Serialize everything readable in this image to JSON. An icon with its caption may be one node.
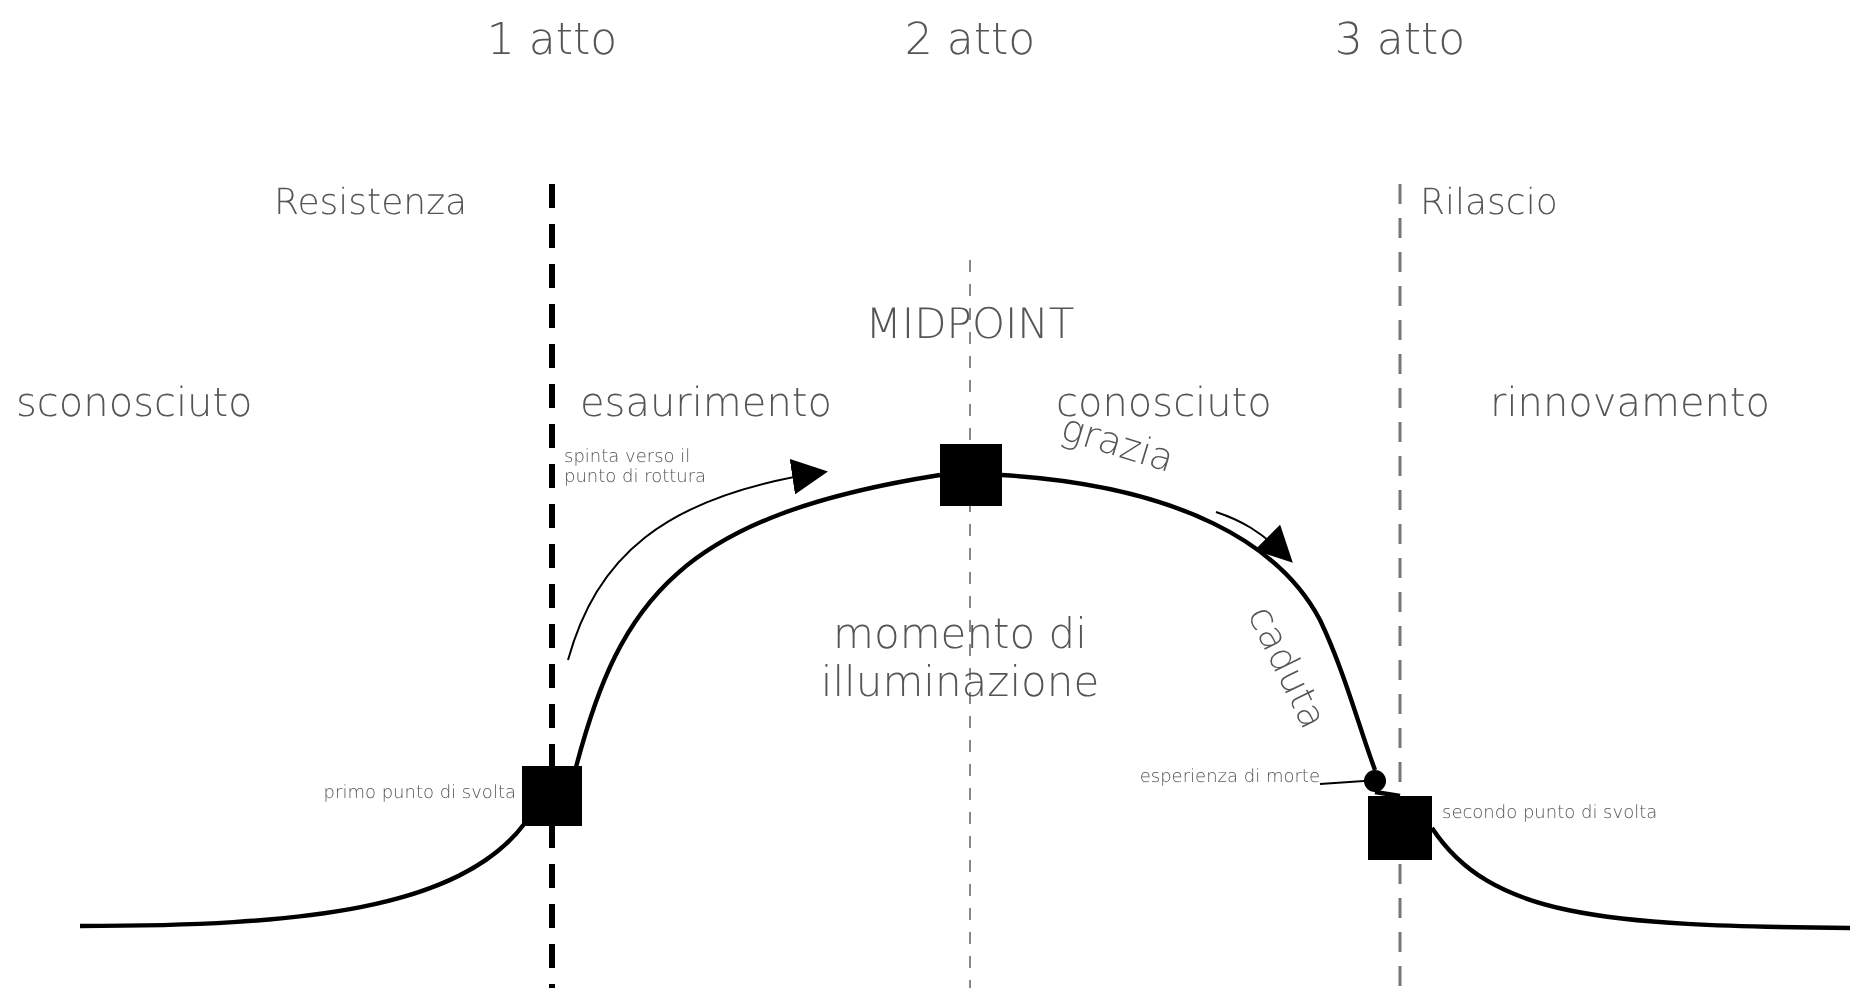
{
  "diagram": {
    "nodes": [
      {
        "text": [],
        "shape": "box",
        "beside": [
          "primo punto di svolta"
        ]
      },
      {
        "text": [],
        "shape": "box",
        "beside": [
          "MIDPOINT"
        ]
      },
      {
        "text": [
          "esperienza di morte"
        ]
      },
      {
        "text": [],
        "shape": "circle"
      },
      {
        "text": [],
        "shape": "box",
        "beside": [
          "secondo punto di svolta"
        ]
      }
    ],
    "edges": [
      {
        "from": null,
        "to": 0,
        "arrow": "none"
      },
      {
        "from": 0,
        "to": 1,
        "arrow": "none"
      },
      {
        "from": 1,
        "to": 3,
        "arrow": "none"
      },
      {
        "from": 3,
        "to": 4,
        "arrow": "none"
      },
      {
        "from": 4,
        "to": null,
        "arrow": "none"
      },
      {
        "from": 2,
        "to": 3,
        "arrow": "none"
      }
    ],
    "labels": [
      "1 atto",
      "2 atto",
      "3 atto",
      "Resistenza",
      "Rilascio",
      "sconosciuto",
      "esaurimento",
      "conosciuto",
      "rinnovamento",
      "spinta verso il punto di rottura",
      "grazia",
      "caduta",
      "momento di illuminazione"
    ]
  }
}
